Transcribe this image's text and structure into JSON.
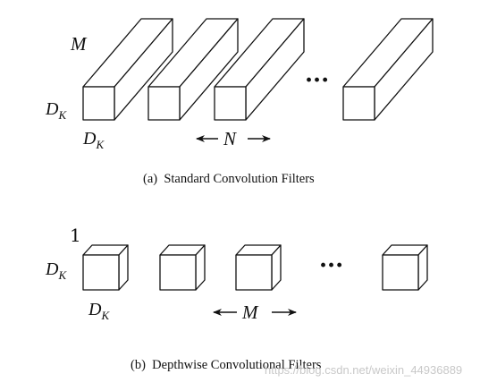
{
  "standard": {
    "depth_label_base": "M",
    "height_label_base": "D",
    "height_label_sub": "K",
    "width_label_base": "D",
    "width_label_sub": "K",
    "count_label": "N",
    "ellipsis": "···",
    "caption": "(a)  Standard Convolution Filters"
  },
  "depthwise": {
    "depth_label": "1",
    "height_label_base": "D",
    "height_label_sub": "K",
    "width_label_base": "D",
    "width_label_sub": "K",
    "count_label": "M",
    "ellipsis": "···",
    "caption": "(b)  Depthwise Convolutional Filters"
  },
  "watermark": "https://blog.csdn.net/weixin_44936889"
}
